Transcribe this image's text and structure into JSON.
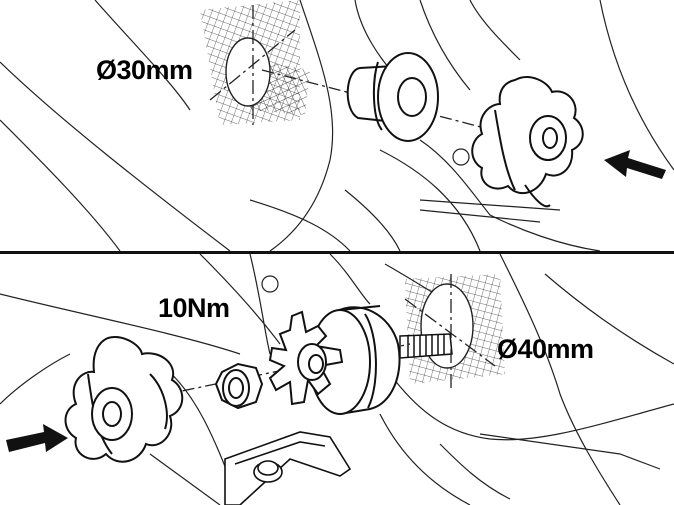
{
  "top_panel": {
    "dimension_label": "Ø30mm"
  },
  "bottom_panel": {
    "torque_label": "10Nm",
    "dimension_label": "Ø40mm"
  }
}
